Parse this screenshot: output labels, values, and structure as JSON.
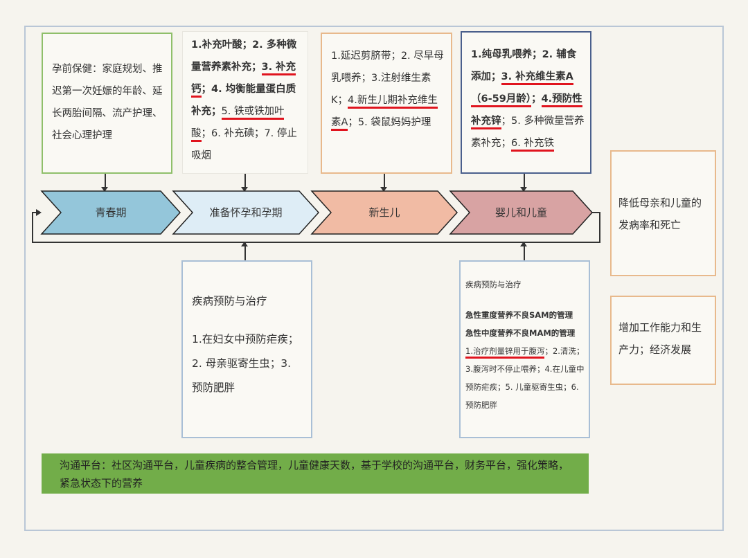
{
  "top_boxes": {
    "preconception": {
      "segments": [
        {
          "t": "孕前保健：家庭规划、推迟第一次妊娠的年龄、延长两胎间隔、流产护理、社会心理护理"
        }
      ]
    },
    "pregnancy": {
      "segments": [
        {
          "t": "1.补充叶酸；2. 多种微量营养素补充；",
          "b": 1
        },
        {
          "t": "3. 补充钙",
          "b": 1,
          "u": 1
        },
        {
          "t": "；4. 均衡能量蛋白质补充；",
          "b": 1
        },
        {
          "t": "5. 铁或铁加叶酸",
          "u": 1
        },
        {
          "t": "；6. 补充碘；7. 停止吸烟"
        }
      ]
    },
    "newborn": {
      "segments": [
        {
          "t": "1.延迟剪脐带；2. 尽早母乳喂养；3.注射维生素K；"
        },
        {
          "t": "4.新生儿期补充维生素A",
          "u": 1
        },
        {
          "t": "；5. 袋鼠妈妈护理"
        }
      ]
    },
    "infant": {
      "segments": [
        {
          "t": "1.纯母乳喂养；2. 辅食添加；",
          "b": 1
        },
        {
          "t": "3. 补充维生素A（6-59月龄）",
          "b": 1,
          "u": 1
        },
        {
          "t": "；",
          "b": 1
        },
        {
          "t": "4.预防性补充锌",
          "b": 1,
          "u": 1
        },
        {
          "t": "；5. 多种微量营养素补充；"
        },
        {
          "t": "6. 补充铁",
          "u": 1
        }
      ]
    }
  },
  "stages": [
    "青春期",
    "准备怀孕和孕期",
    "新生儿",
    "婴儿和儿童"
  ],
  "stage_colors": [
    "#94c6da",
    "#deedf6",
    "#f1bba4",
    "#d8a3a3"
  ],
  "left_disease": {
    "title": "疾病预防与治疗",
    "body": "1.在妇女中预防疟疾；2. 母亲驱寄生虫；3. 预防肥胖"
  },
  "right_disease": {
    "title": "疾病预防与治疗",
    "sam": "急性重度营养不良SAM的管理",
    "mam": "急性中度营养不良MAM的管理",
    "segments": [
      {
        "t": "1.治疗剂量锌用于腹泻",
        "u": 1
      },
      {
        "t": "；2.清洗；3.腹泻时不停止喂养；4.在儿童中预防疟疾；5. 儿童驱寄生虫；6.预防肥胖"
      }
    ]
  },
  "outcomes": [
    "降低母亲和儿童的发病率和死亡",
    "增加工作能力和生产力；经济发展"
  ],
  "platform": "沟通平台：社区沟通平台，儿童疾病的整合管理，儿童健康天数，基于学校的沟通平台，财务平台，强化策略，紧急状态下的营养"
}
